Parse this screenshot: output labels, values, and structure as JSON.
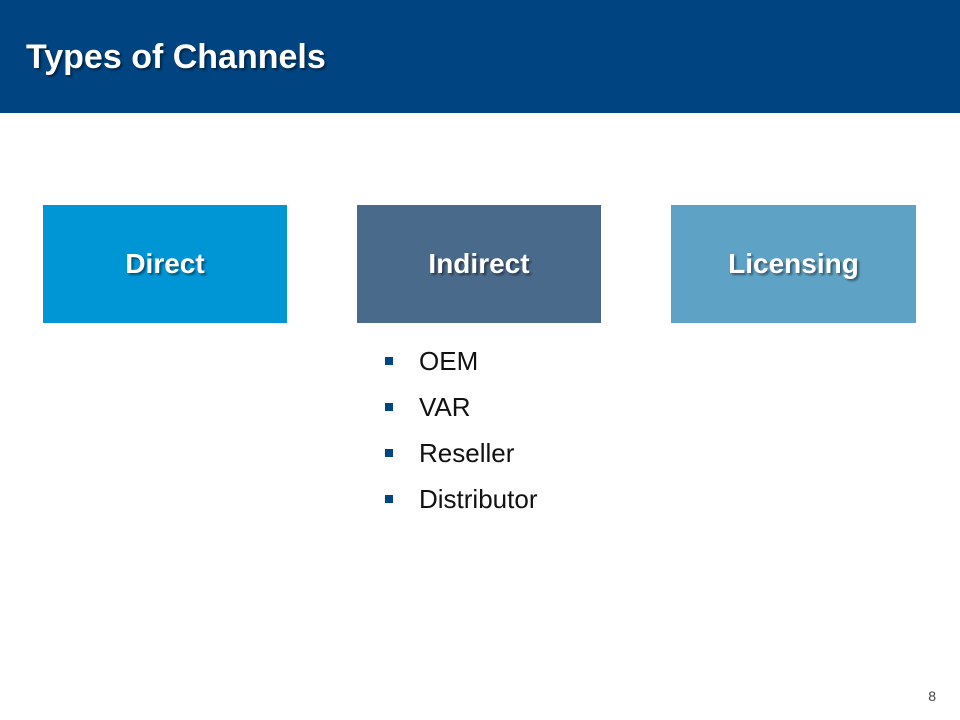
{
  "slide": {
    "title": "Types of Channels",
    "page_number": "8"
  },
  "colors": {
    "header_bg": "#004481",
    "bullet": "#004481"
  },
  "channels": [
    {
      "label": "Direct",
      "color": "#0096d6"
    },
    {
      "label": "Indirect",
      "color": "#4a6a8c"
    },
    {
      "label": "Licensing",
      "color": "#5ea3c6"
    }
  ],
  "indirect_types": [
    "OEM",
    "VAR",
    "Reseller",
    "Distributor"
  ],
  "bullet_icon": "square-bullet-icon"
}
